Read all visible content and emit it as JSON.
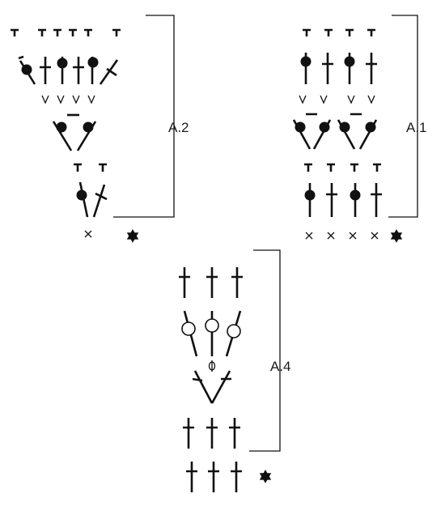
{
  "chart_labels": {
    "a2": "A.2",
    "a1": "A.1",
    "a4": "A.4"
  },
  "legend": {
    "symbols": [
      "single-crochet",
      "half-double-crochet",
      "double-crochet",
      "front-post-double-crochet",
      "popcorn",
      "chain",
      "start-star"
    ]
  },
  "colors": {
    "ink": "#111111",
    "background": "#ffffff"
  }
}
